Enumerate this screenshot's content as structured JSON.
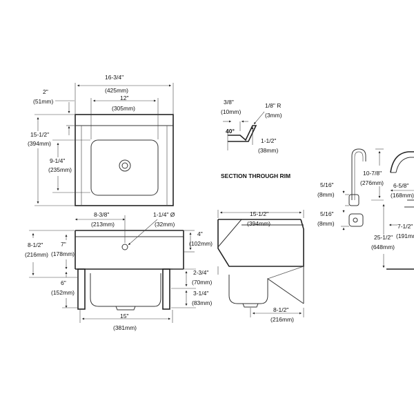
{
  "top_view": {
    "overall_width": "16-3/4\"",
    "overall_width_mm": "(425mm)",
    "bowl_width": "12\"",
    "bowl_width_mm": "(305mm)",
    "back_depth": "2\"",
    "back_depth_mm": "(51mm)",
    "overall_depth": "15-1/2\"",
    "overall_depth_mm": "(394mm)",
    "bowl_depth": "9-1/4\"",
    "bowl_depth_mm": "(235mm)"
  },
  "rim_section": {
    "title": "SECTION THROUGH RIM",
    "width": "3/8\"",
    "width_mm": "(10mm)",
    "radius": "1/8\" R",
    "radius_mm": "(3mm)",
    "angle": "40°",
    "height": "1-1/2\"",
    "height_mm": "(38mm)"
  },
  "front_view": {
    "drain_offset": "8-3/8\"",
    "drain_offset_mm": "(213mm)",
    "hole": "1-1/4\" Ø",
    "hole_mm": "(32mm)",
    "apron_height": "4\"",
    "apron_height_mm": "(102mm)",
    "overall_height": "8-1/2\"",
    "overall_height_mm": "(216mm)",
    "seven": "7\"",
    "seven_mm": "(178mm)",
    "six": "6\"",
    "six_mm": "(152mm)",
    "two_three_quarter": "2-3/4\"",
    "two_three_quarter_mm": "(70mm)",
    "three_quarter": "3-1/4\"",
    "three_quarter_mm": "(83mm)",
    "bowl_width": "15\"",
    "bowl_width_mm": "(381mm)"
  },
  "side_view": {
    "depth": "15-1/2\"",
    "depth_mm": "(394mm)",
    "drain_offset": "8-1/2\"",
    "drain_offset_mm": "(216mm)"
  },
  "faucet_view": {
    "top": "5/16\"",
    "top_mm": "(8mm)",
    "bottom": "5/16\"",
    "bottom_mm": "(8mm)",
    "spout_height": "10-7/8\"",
    "spout_height_mm": "(276mm)",
    "reach": "6-5/8\"",
    "reach_mm": "(168mm)",
    "overall_height": "25-1/2\"",
    "overall_height_mm": "(648mm)",
    "extension": "7-1/2\"",
    "extension_mm": "(191mm"
  }
}
